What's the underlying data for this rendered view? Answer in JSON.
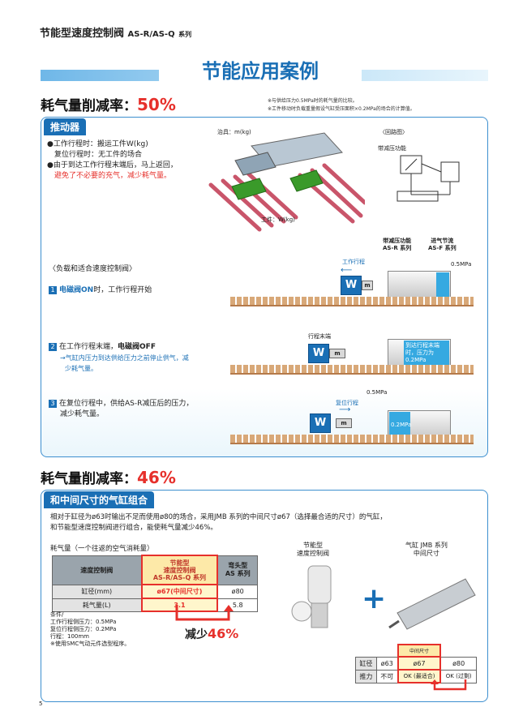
{
  "header": {
    "title": "节能型速度控制阀",
    "series_code": "AS-R/AS-Q",
    "series_suffix": "系列"
  },
  "banner_title": "节能应用案例",
  "section1": {
    "reduction_label": "耗气量削减率：",
    "reduction_value": "50%",
    "notes": [
      "※与供给压力0.5MPa时的耗气量的比较。",
      "※工件移动时负载重量假设气缸受压面积×0.2MPa的场合的计算值。"
    ],
    "tab": "推动器",
    "bullets": [
      "●工作行程时：搬运工件W(kg)",
      "　复位行程时：无工件的场合",
      "●由于到达工作行程末端后，马上返回，"
    ],
    "bullet_red": "避免了不必要的充气，减少耗气量。",
    "fig_jig": "治具：m(kg)",
    "fig_work": "工件：W(kg)",
    "circuit_label": "〈回路图〉",
    "circuit_sub": "带减压功能",
    "valve_r_label": "带减压功能",
    "valve_r_code": "AS-R 系列",
    "valve_f_label": "进气节流",
    "valve_f_code": "AS-F 系列",
    "load_title": "〈负载和适合速度控制阀〉",
    "step1_bold": "电磁阀ON",
    "step1_rest": "时，工作行程开始",
    "step1_arrow": "工作行程",
    "step1_pressure": "0.5MPa",
    "step2_pre": "在工作行程末端，",
    "step2_bold": "电磁阀OFF",
    "step2_line2": "→气缸内压力到达供给压力之前停止供气，减",
    "step2_line3": "少耗气量。",
    "step2_label": "行程末端",
    "step2_fill": "到达行程末端时，压力为0.2MPa",
    "step3_line1": "在复位行程中，供给AS-R减压后的压力，",
    "step3_line2": "减少耗气量。",
    "step3_pressure": "0.5MPa",
    "step3_arrow": "复位行程",
    "step3_fill": "0.2MPa",
    "w": "W",
    "m": "m",
    "n1": "1",
    "n2": "2",
    "n3": "3"
  },
  "section2": {
    "reduction_label": "耗气量削减率：",
    "reduction_value": "46%",
    "tab": "和中间尺寸的气缸组合",
    "desc": [
      "相对于缸径为ø63时输出不足而使用ø80的场合，采用JMB 系列的中间尺寸ø67（选择最合适的尺寸）的气缸，",
      "和节能型速度控制阀进行组合，能使耗气量减少46%。"
    ],
    "table_title": "耗气量（一个往返的空气消耗量）",
    "table": {
      "h1": "速度控制阀",
      "h2": [
        "节能型",
        "速度控制阀",
        "AS-R/AS-Q 系列"
      ],
      "h3": [
        "弯头型",
        "AS 系列"
      ],
      "rows": [
        {
          "label": "缸径(mm)",
          "a": "ø67(中间尺寸)",
          "b": "ø80"
        },
        {
          "label": "耗气量(L)",
          "a": "3.1",
          "b": "5.8"
        }
      ]
    },
    "reduce_text": "减少",
    "reduce_value": "46%",
    "conditions": [
      "条件/",
      "工作行程侧压力：0.5MPa",
      "复位行程侧压力：0.2MPa",
      "行程：100mm",
      "※使用SMC气动元件选型程序。"
    ],
    "valve_label": [
      "节能型",
      "速度控制阀"
    ],
    "cyl_label": [
      "气缸 JMB 系列",
      "中间尺寸"
    ],
    "t2": {
      "mid": "中间尺寸",
      "r1": [
        "缸径",
        "ø63",
        "ø67",
        "ø80"
      ],
      "r2": [
        "推力",
        "不可",
        "OK (最适合)",
        "OK (过剩)"
      ]
    }
  },
  "page_num": "5"
}
